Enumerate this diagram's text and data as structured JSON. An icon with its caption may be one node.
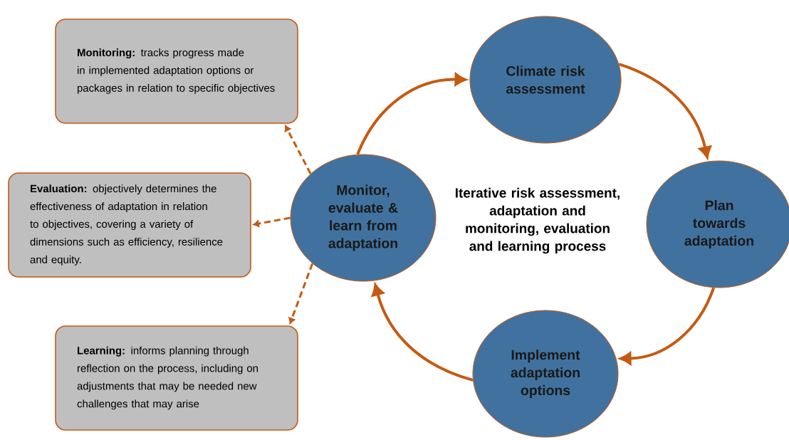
{
  "diagram": {
    "nodes": [
      {
        "text": [
          "**Monitoring:** tracks progress made in implemented adaptation options or packages in relation to specific objectives"
        ]
      },
      {
        "text": [
          "Climate risk assessment"
        ]
      },
      {
        "text": [
          "**Evaluation:** objectively determines the effectiveness of adaptation in relation to objectives, covering a variety of dimensions such as efficiency, resilience and equity."
        ]
      },
      {
        "text": [
          "Monitor, evaluate & learn from adaptation"
        ]
      },
      {
        "text": [
          "Plan towards adaptation"
        ]
      },
      {
        "text": [
          "**Learning:** informs planning through reflection on the process, including on adjustments that may be needed new challenges that may arise"
        ]
      },
      {
        "text": [
          "Implement adaptation options"
        ]
      }
    ],
    "edges": [
      {
        "from": 3,
        "to": 1,
        "arrow": "to"
      },
      {
        "from": 1,
        "to": 4,
        "arrow": "to"
      },
      {
        "from": 4,
        "to": 6,
        "arrow": "to"
      },
      {
        "from": 6,
        "to": 3,
        "arrow": "to"
      },
      {
        "from": 3,
        "to": 0,
        "arrow": "to",
        "style": "dashed"
      },
      {
        "from": 3,
        "to": 2,
        "arrow": "to",
        "style": "dashed"
      },
      {
        "from": 3,
        "to": 5,
        "arrow": "to",
        "style": "dashed"
      }
    ],
    "labels": [
      "Iterative risk assessment, adaptation and monitoring, evaluation and learning process"
    ]
  }
}
